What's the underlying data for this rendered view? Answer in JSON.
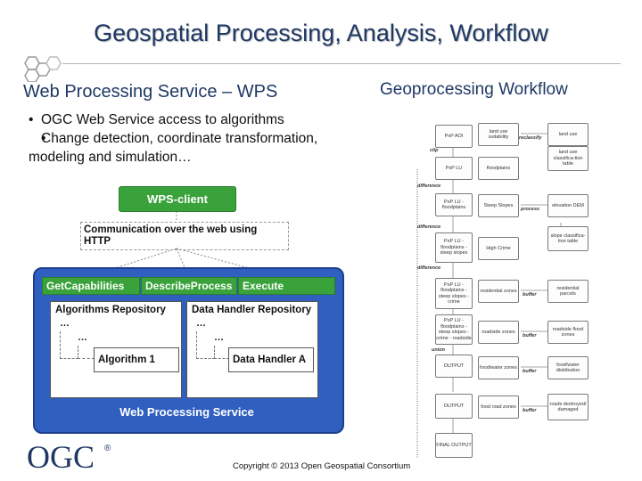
{
  "slide": {
    "title": "Geospatial Processing, Analysis, Workflow",
    "subtitle_left": "Web Processing Service – WPS",
    "subtitle_right": "Geoprocessing Workflow",
    "bullets": [
      "OGC Web Service access to algorithms",
      "Change detection, coordinate transformation, modeling and simulation…"
    ],
    "copyright": "Copyright © 2013 Open Geospatial Consortium",
    "logo_text": "OGC",
    "logo_reg": "®"
  },
  "wps": {
    "client": "WPS-client",
    "communication": "Communication over the web using HTTP",
    "ops": [
      "GetCapabilities",
      "DescribeProcess",
      "Execute"
    ],
    "algorithms_repo": "Algorithms Repository",
    "data_handler_repo": "Data Handler Repository",
    "ellipsis": "…",
    "algorithm_item": "Algorithm 1",
    "data_handler_item": "Data Handler A",
    "service_label": "Web Processing Service",
    "colors": {
      "green": "#3aa23a",
      "blue_panel": "#2f5fbf",
      "title": "#1f3864"
    }
  },
  "workflow": {
    "nodes": [
      "PxP AOI",
      "land use suitability",
      "land use",
      "PxP LU",
      "floodplains",
      "land use classifica-tion table",
      "PxP LU - floodplains",
      "Steep Slopes",
      "elevation DEM",
      "PxP LU - floodplains - steep slopes",
      "High Crime",
      "slope classifica-tion table",
      "PxP LU - floodplains - steep slopes - crime",
      "residential zones",
      "residential parcels",
      "PxP LU - floodplains - steep slopes - crime - roadside",
      "roadside zones",
      "roadside flood zones",
      "OUTPUT",
      "food/water zones",
      "food/water distribution",
      "OUTPUT",
      "food road zones",
      "roads destroyed/ damaged",
      "FINAL OUTPUT"
    ],
    "edge_labels": [
      "clip",
      "difference",
      "difference",
      "difference",
      "union",
      "reclassify",
      "process",
      "buffer",
      "buffer",
      "buffer",
      "buffer"
    ]
  }
}
